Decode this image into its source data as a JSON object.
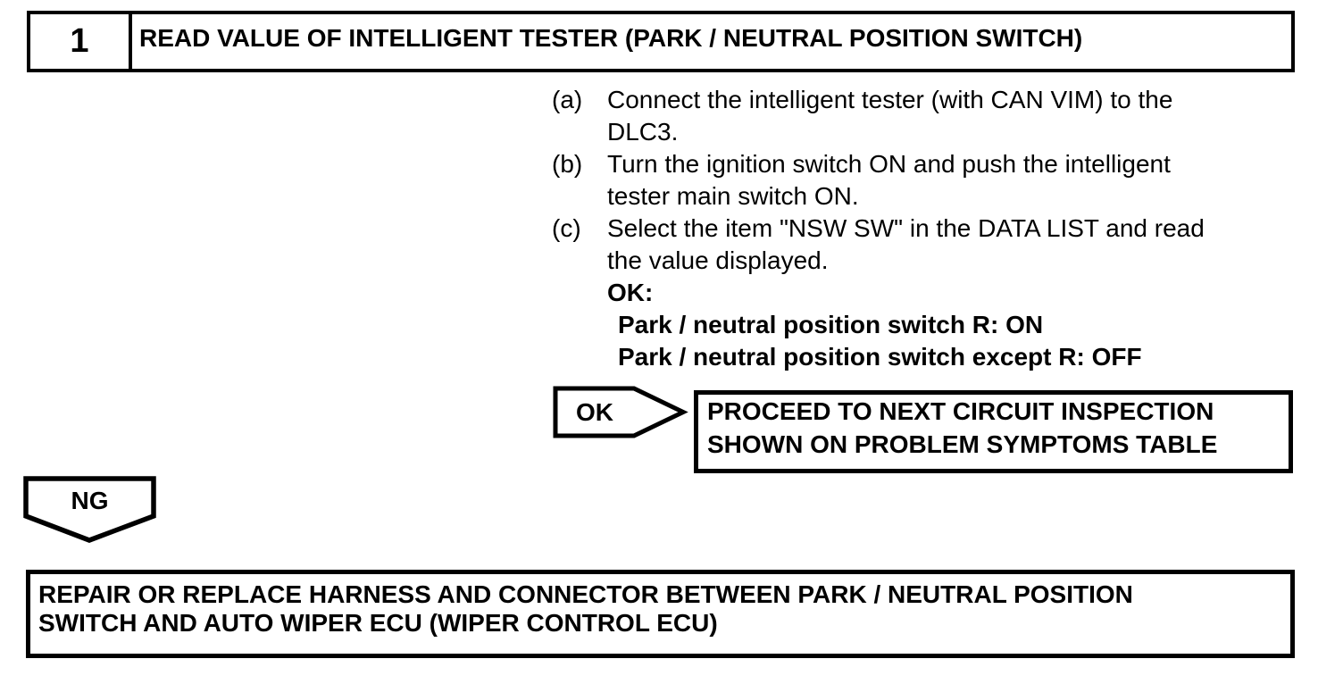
{
  "colors": {
    "ink": "#000000",
    "paper": "#ffffff"
  },
  "step_header": {
    "number": "1",
    "title": "READ VALUE OF INTELLIGENT TESTER (PARK / NEUTRAL POSITION SWITCH)"
  },
  "instructions": {
    "lines": [
      {
        "label": "(a)",
        "text": "Connect the intelligent tester (with CAN VIM) to the"
      },
      {
        "label": "",
        "text": "DLC3."
      },
      {
        "label": "(b)",
        "text": "Turn the ignition switch ON and push the intelligent"
      },
      {
        "label": "",
        "text": "tester main switch ON."
      },
      {
        "label": "(c)",
        "text": "Select the item \"NSW SW\" in the DATA LIST and read"
      },
      {
        "label": "",
        "text": "the value displayed."
      },
      {
        "label": "",
        "text": "OK:"
      },
      {
        "label": "",
        "text": "Park / neutral position switch R: ON"
      },
      {
        "label": "",
        "text": "Park / neutral position switch except R: OFF"
      }
    ]
  },
  "ok_branch": {
    "label": "OK",
    "result": {
      "line1": "PROCEED TO NEXT CIRCUIT INSPECTION",
      "line2": "SHOWN ON PROBLEM SYMPTOMS TABLE"
    }
  },
  "ng_branch": {
    "label": "NG",
    "result": {
      "line1": "REPAIR OR REPLACE HARNESS AND CONNECTOR BETWEEN PARK / NEUTRAL POSITION",
      "line2": "SWITCH AND AUTO WIPER ECU (WIPER CONTROL ECU)"
    }
  }
}
